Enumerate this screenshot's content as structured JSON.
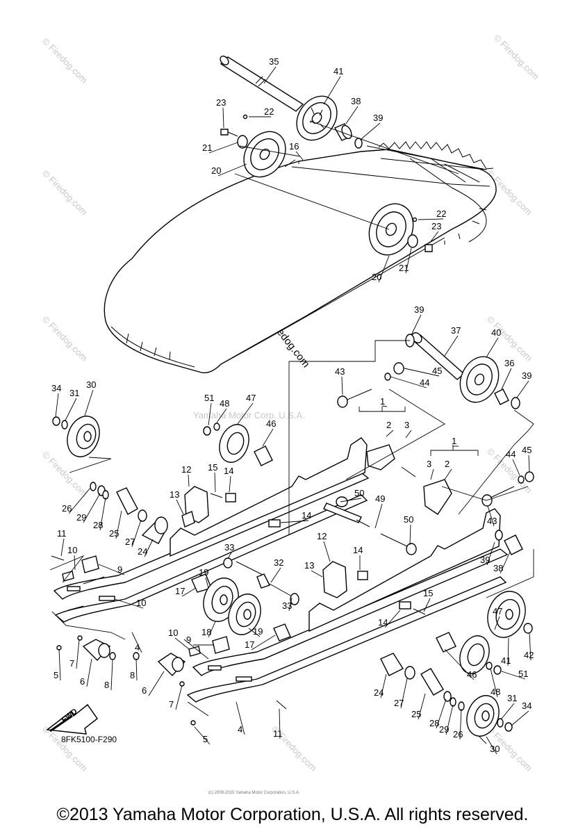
{
  "diagram": {
    "part_labels": [
      "1",
      "2",
      "3",
      "4",
      "5",
      "6",
      "7",
      "8",
      "9",
      "10",
      "11",
      "12",
      "13",
      "14",
      "15",
      "16",
      "17",
      "18",
      "19",
      "20",
      "21",
      "22",
      "23",
      "24",
      "25",
      "26",
      "27",
      "28",
      "29",
      "30",
      "31",
      "32",
      "33",
      "34",
      "35",
      "36",
      "37",
      "38",
      "39",
      "40",
      "41",
      "42",
      "43",
      "44",
      "45",
      "46",
      "47",
      "48",
      "49",
      "50",
      "51"
    ],
    "drawing_code": "8FK5100-F290",
    "fwd_label": "FWD",
    "watermark_site": "© Firedog.com",
    "watermark_corp": "Yamaha Motor Corp. U.S.A.",
    "small_print": "(c) 2009-2015 Yamaha Motor Corporation, U.S.A.",
    "copyright": "©2013 Yamaha Motor Corporation, U.S.A. All rights reserved."
  }
}
